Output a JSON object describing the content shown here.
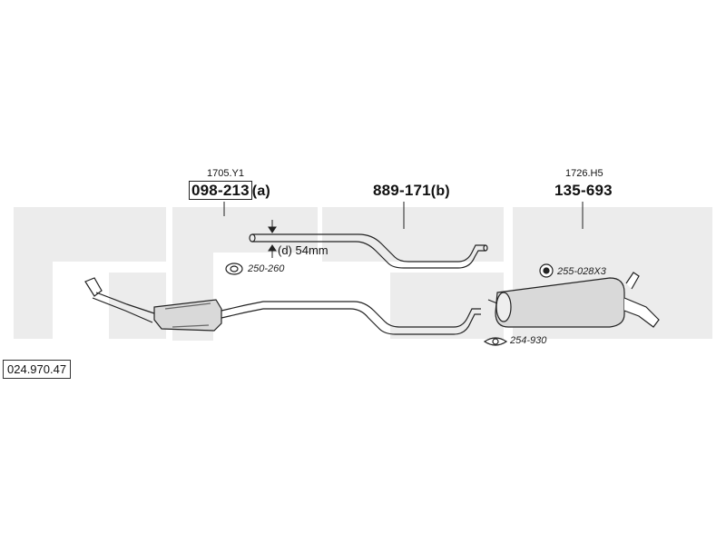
{
  "catalog_number": "024.970.47",
  "parts": [
    {
      "ref": "1705.Y1",
      "number": "098-213",
      "suffix": "(a)"
    },
    {
      "ref": "",
      "number": "889-171",
      "suffix": "(b)"
    },
    {
      "ref": "1726.H5",
      "number": "135-693",
      "suffix": ""
    }
  ],
  "annotation": "(d) 54mm",
  "accessories": [
    {
      "label": "250-260",
      "icon": "clamp-icon"
    },
    {
      "label": "255-028X3",
      "icon": "rubber-mount-icon"
    },
    {
      "label": "254-930",
      "icon": "gasket-icon"
    }
  ],
  "colors": {
    "watermark": "#ececec",
    "line": "#222222",
    "component_fill": "#d9d9d9"
  }
}
